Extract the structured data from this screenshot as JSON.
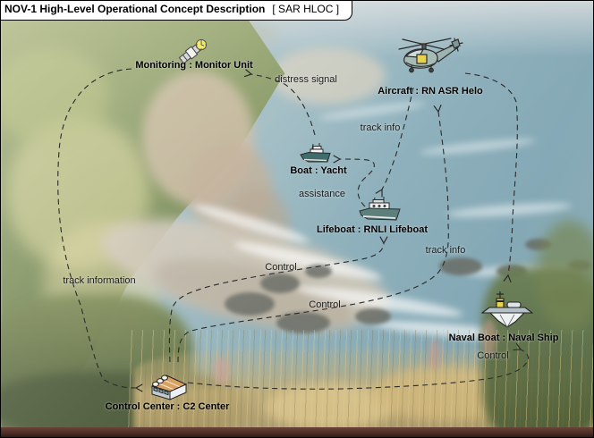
{
  "frame": {
    "title": "NOV-1 High-Level Operational Concept Description",
    "tag": "[ SAR HLOC ]"
  },
  "nodes": [
    {
      "id": "monitoring",
      "label": "Monitoring : Monitor Unit",
      "icon": "satellite-icon"
    },
    {
      "id": "aircraft",
      "label": "Aircraft : RN ASR Helo",
      "icon": "helicopter-icon"
    },
    {
      "id": "yacht",
      "label": "Boat : Yacht",
      "icon": "boat-icon"
    },
    {
      "id": "lifeboat",
      "label": "Lifeboat : RNLI Lifeboat",
      "icon": "lifeboat-icon"
    },
    {
      "id": "naval",
      "label": "Naval Boat : Naval Ship",
      "icon": "naval-ship-icon"
    },
    {
      "id": "c2",
      "label": "Control Center : C2 Center",
      "icon": "building-icon"
    }
  ],
  "edges": [
    {
      "label": "distress signal",
      "from": "Boat : Yacht",
      "to": "Monitoring : Monitor Unit"
    },
    {
      "label": "track information",
      "from": "Monitoring : Monitor Unit",
      "to": "Control Center : C2 Center"
    },
    {
      "label": "assistance",
      "from": "Lifeboat : RNLI Lifeboat",
      "to": "Boat : Yacht"
    },
    {
      "label": "track info",
      "from": "Aircraft : RN ASR Helo",
      "to": "Lifeboat : RNLI Lifeboat"
    },
    {
      "label": "track info",
      "from": "Aircraft : RN ASR Helo",
      "to": "Naval Boat : Naval Ship"
    },
    {
      "label": "Control",
      "from": "Control Center : C2 Center",
      "to": "Lifeboat : RNLI Lifeboat"
    },
    {
      "label": "Control",
      "from": "Control Center : C2 Center",
      "to": "Aircraft : RN ASR Helo"
    },
    {
      "label": "Control",
      "from": "Control Center : C2 Center",
      "to": "Naval Boat : Naval Ship"
    }
  ],
  "colors": {
    "edge_line": "#2b2b2b",
    "label_text": "#000000",
    "frame_bg": "#ffffff"
  }
}
